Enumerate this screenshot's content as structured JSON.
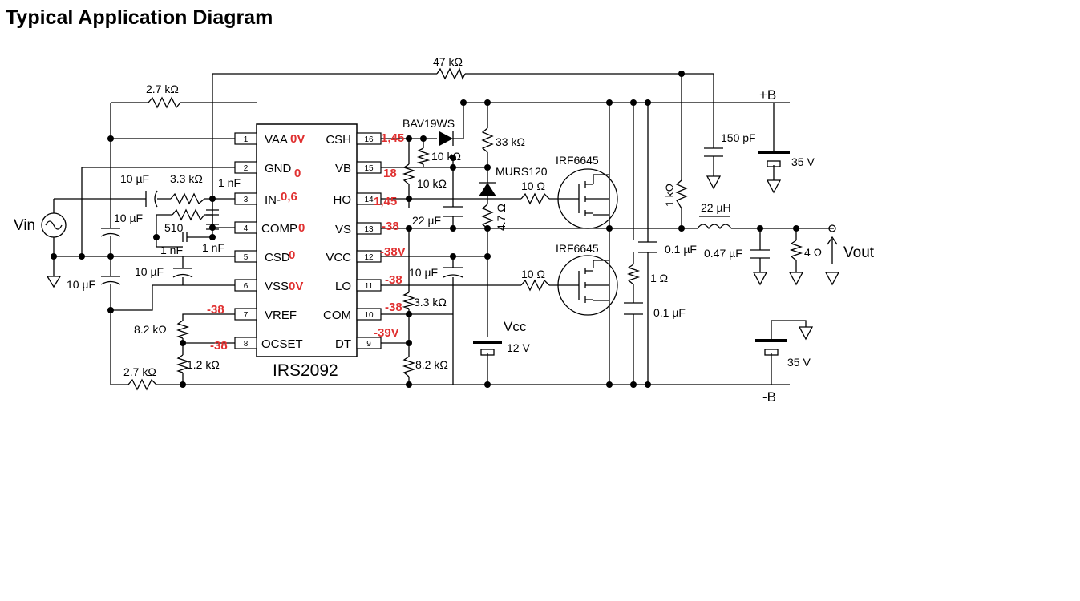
{
  "title": "Typical Application Diagram",
  "ic": {
    "name": "IRS2092",
    "left_pins": [
      {
        "num": "1",
        "name": "VAA",
        "voltage": "0V"
      },
      {
        "num": "2",
        "name": "GND",
        "voltage": "0"
      },
      {
        "num": "3",
        "name": "IN-",
        "voltage": "0,6"
      },
      {
        "num": "4",
        "name": "COMP",
        "voltage": "0"
      },
      {
        "num": "5",
        "name": "CSD",
        "voltage": "0"
      },
      {
        "num": "6",
        "name": "VSS",
        "voltage": "0V"
      },
      {
        "num": "7",
        "name": "VREF",
        "voltage": "-38"
      },
      {
        "num": "8",
        "name": "OCSET",
        "voltage": "-38"
      }
    ],
    "right_pins": [
      {
        "num": "16",
        "name": "CSH",
        "voltage": "1,45"
      },
      {
        "num": "15",
        "name": "VB",
        "voltage": "18"
      },
      {
        "num": "14",
        "name": "HO",
        "voltage": "1,45"
      },
      {
        "num": "13",
        "name": "VS",
        "voltage": "-38"
      },
      {
        "num": "12",
        "name": "VCC",
        "voltage": "-38V"
      },
      {
        "num": "11",
        "name": "LO",
        "voltage": "-38"
      },
      {
        "num": "10",
        "name": "COM",
        "voltage": "-38"
      },
      {
        "num": "9",
        "name": "DT",
        "voltage": "-39V"
      }
    ]
  },
  "labels": {
    "r_47k": "47 kΩ",
    "r_2k7_top": "2.7 kΩ",
    "r_2k7_bot": "2.7 kΩ",
    "c_10u_in": "10 µF",
    "r_3k3_in": "3.3 kΩ",
    "c_1n_a": "1 nF",
    "c_1n_b": "1 nF",
    "c_1n_c": "1 nF",
    "r_510": "510",
    "c_10u_a": "10 µF",
    "c_10u_b": "10 µF",
    "c_10u_c": "10 µF",
    "r_8k2_l": "8.2 kΩ",
    "r_1k2": "1.2 kΩ",
    "d_bav": "BAV19WS",
    "r_10k_a": "10 kΩ",
    "r_10k_b": "10 kΩ",
    "r_33k": "33 kΩ",
    "d_murs": "MURS120",
    "r_4r7": "4.7 Ω",
    "c_22u": "22 µF",
    "c_10u_vcc": "10 µF",
    "r_3k3_r": "3.3 kΩ",
    "r_8k2_r": "8.2 kΩ",
    "vcc": "Vcc",
    "v_12": "12 V",
    "q_top": "IRF6645",
    "q_bot": "IRF6645",
    "r_10r_top": "10 Ω",
    "r_10r_bot": "10 Ω",
    "r_1k": "1 kΩ",
    "c_150p": "150 pF",
    "c_0u1_a": "0.1 µF",
    "c_0u1_b": "0.1 µF",
    "r_1r": "1 Ω",
    "l_22u": "22 µH",
    "c_0u47": "0.47 µF",
    "r_4r": "4 Ω",
    "vout": "Vout",
    "vin": "Vin",
    "plus_b": "+B",
    "minus_b": "-B",
    "v_35_top": "35 V",
    "v_35_bot": "35 V"
  }
}
